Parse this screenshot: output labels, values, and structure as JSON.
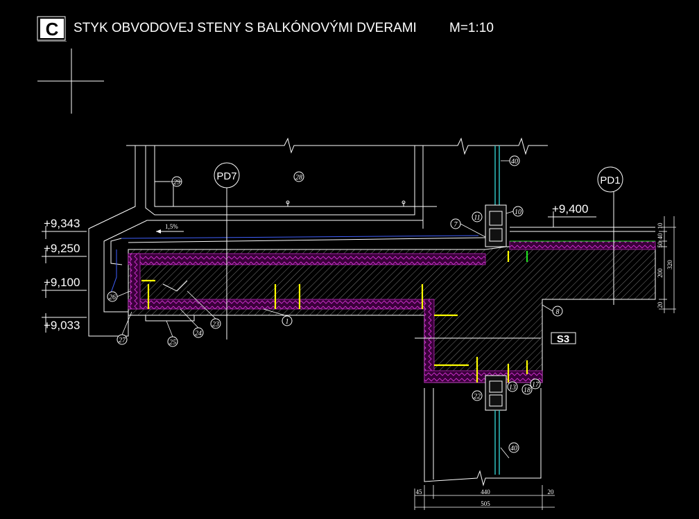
{
  "header": {
    "logo_letter": "C",
    "title": "STYK OBVODOVEJ STENY S BALKÓNOVÝMI DVERAMI",
    "scale": "M=1:10"
  },
  "elevations": [
    "+9,343",
    "+9,250",
    "+9,100",
    "+9,033",
    "+9,400"
  ],
  "tags": {
    "left": "PD7",
    "right": "PD1",
    "section": "S3"
  },
  "slope": "1,5%",
  "callouts": [
    "29",
    "28",
    "40",
    "10",
    "11",
    "7",
    "26",
    "27",
    "25",
    "24",
    "23",
    "1",
    "8",
    "22",
    "13",
    "18",
    "17",
    "40"
  ],
  "dimensions": {
    "right_stack": [
      "10",
      "40",
      "50",
      "200",
      "20"
    ],
    "right_total": "320",
    "bottom_row": [
      "45",
      "440",
      "20"
    ],
    "bottom_total": "505"
  },
  "colors": {
    "insulation": "#c020c0",
    "anchor": "#ffff00",
    "window_glass": "#30c0c0",
    "line": "#ffffff",
    "green": "#20e020"
  }
}
